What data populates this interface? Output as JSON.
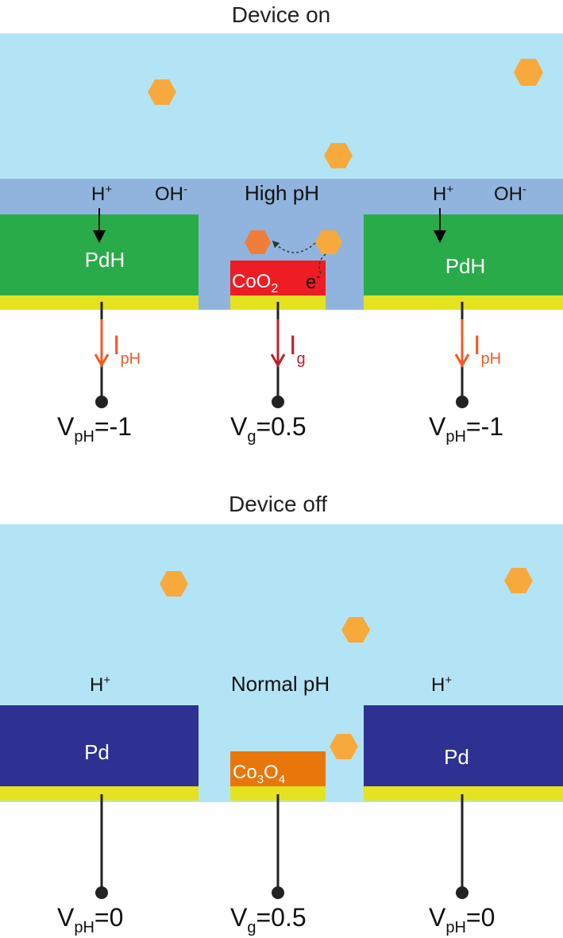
{
  "top": {
    "title": "Device on",
    "left_electrode": "PdH",
    "right_electrode": "PdH",
    "center_material": {
      "main": "CoO",
      "sub": "2"
    },
    "electron": {
      "main": "e",
      "sup": "-"
    },
    "h_plus": {
      "main": "H",
      "sup": "+"
    },
    "oh_minus": {
      "main": "OH",
      "sup": "-"
    },
    "center_label": "High pH",
    "current_side": {
      "main": "I",
      "sub": "pH"
    },
    "current_center": {
      "main": "I",
      "sub": "g"
    },
    "voltage_left": {
      "main": "V",
      "sub": "pH",
      "rest": "=-1"
    },
    "voltage_center": {
      "main": "V",
      "sub": "g",
      "rest": "=0.5"
    },
    "voltage_right": {
      "main": "V",
      "sub": "pH",
      "rest": "=-1"
    }
  },
  "bottom": {
    "title": "Device off",
    "left_electrode": "Pd",
    "right_electrode": "Pd",
    "center_material": {
      "a": "Co",
      "sub1": "3",
      "b": "O",
      "sub2": "4"
    },
    "h_plus": {
      "main": "H",
      "sup": "+"
    },
    "center_label": "Normal pH",
    "voltage_left": {
      "main": "V",
      "sub": "pH",
      "rest": "=0"
    },
    "voltage_center": {
      "main": "V",
      "sub": "g",
      "rest": "=0.5"
    },
    "voltage_right": {
      "main": "V",
      "sub": "pH",
      "rest": "=0"
    }
  },
  "colors": {
    "solution": "#b3e4f5",
    "high_ph_layer": "#90b4de",
    "pdh": "#2aab4a",
    "pd": "#2e3192",
    "substrate": "#e5e21f",
    "coo2": "#ee1c24",
    "co3o4": "#e8760a",
    "molecule": "#f7a93b",
    "molecule_oxidized": "#f07d3a",
    "current_side": "#f15a24",
    "current_center": "#be1e2d"
  }
}
